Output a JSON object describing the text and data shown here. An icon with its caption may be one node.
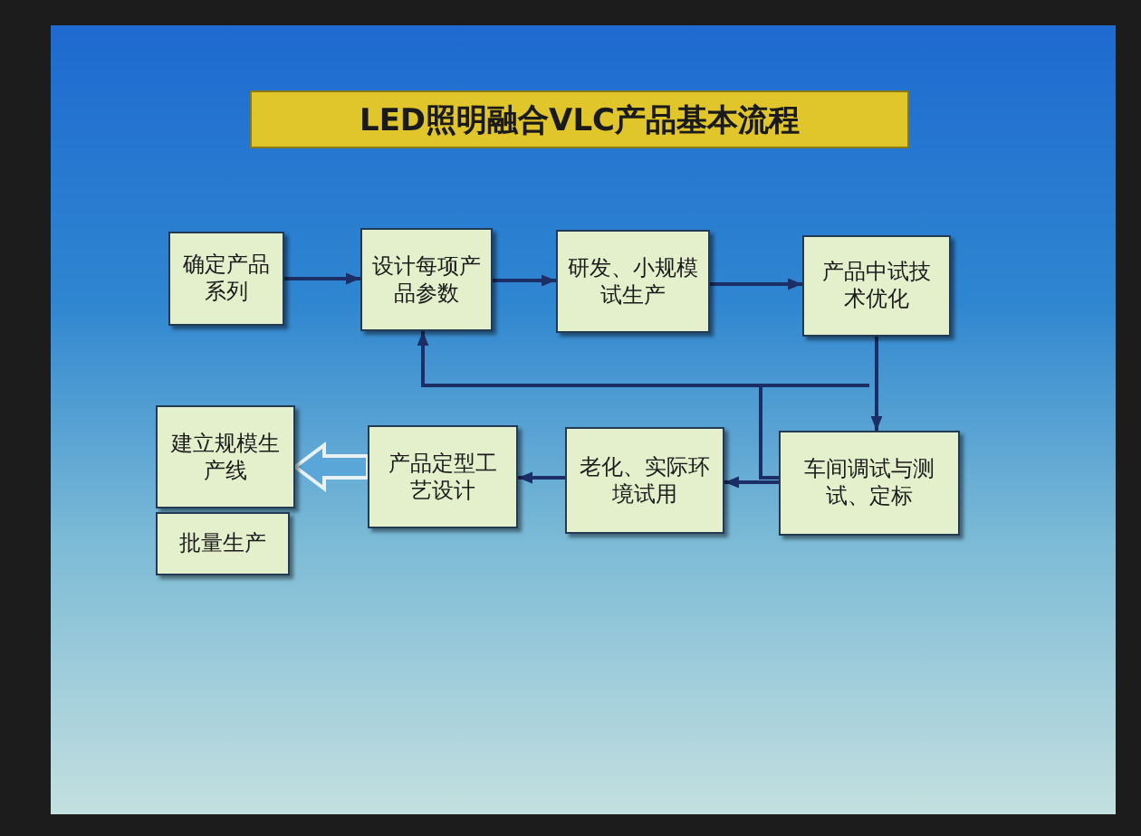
{
  "diagram": {
    "title": "LED照明融合VLC产品基本流程",
    "nodes": [
      {
        "text": [
          "确定产品系列"
        ]
      },
      {
        "text": [
          "设计每项产品参数"
        ]
      },
      {
        "text": [
          "研发、小规模试生产"
        ]
      },
      {
        "text": [
          "产品中试技术优化"
        ]
      },
      {
        "text": [
          "车间调试与测试、定标"
        ]
      },
      {
        "text": [
          "老化、实际环境试用"
        ]
      },
      {
        "text": [
          "产品定型工艺设计"
        ]
      },
      {
        "text": [
          "建立规模生产线"
        ]
      },
      {
        "text": [
          "批量生产"
        ]
      }
    ],
    "edges": [
      {
        "from": 0,
        "to": 1,
        "arrow": "to"
      },
      {
        "from": 1,
        "to": 2,
        "arrow": "to"
      },
      {
        "from": 2,
        "to": 3,
        "arrow": "to"
      },
      {
        "from": 3,
        "to": 4,
        "arrow": "to"
      },
      {
        "from": 4,
        "to": 5,
        "arrow": "to"
      },
      {
        "from": 5,
        "to": 6,
        "arrow": "to"
      },
      {
        "from": 4,
        "to": 1,
        "arrow": "to"
      },
      {
        "from": 6,
        "to": 7,
        "arrow": "to",
        "style": "thick"
      }
    ]
  }
}
